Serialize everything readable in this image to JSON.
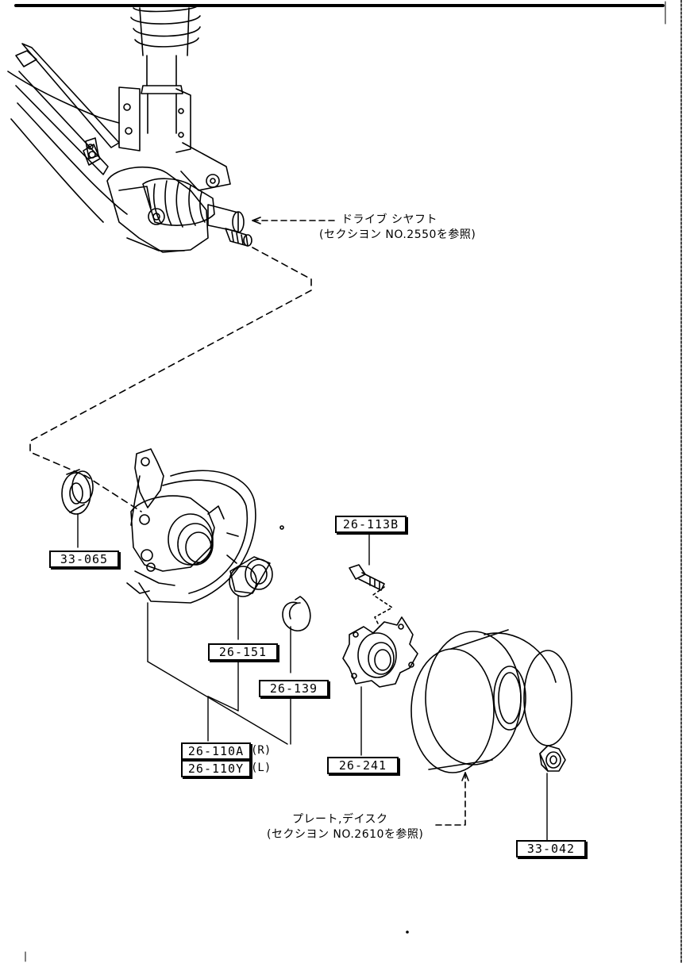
{
  "parts": {
    "p33_065": "33-065",
    "p26_113B": "26-113B",
    "p26_151": "26-151",
    "p26_139": "26-139",
    "p26_110A": "26-110A",
    "p26_110Y": "26-110Y",
    "side_R": "(R)",
    "side_L": "(L)",
    "p26_241": "26-241",
    "p33_042": "33-042"
  },
  "notes": {
    "drive_shaft_title": "ドライブ シヤフト",
    "drive_shaft_ref": "(セクシヨン NO.2550を参照)",
    "disc_plate_title": "プレート,デイスク",
    "disc_plate_ref": "(セクシヨン NO.2610を参照)"
  }
}
